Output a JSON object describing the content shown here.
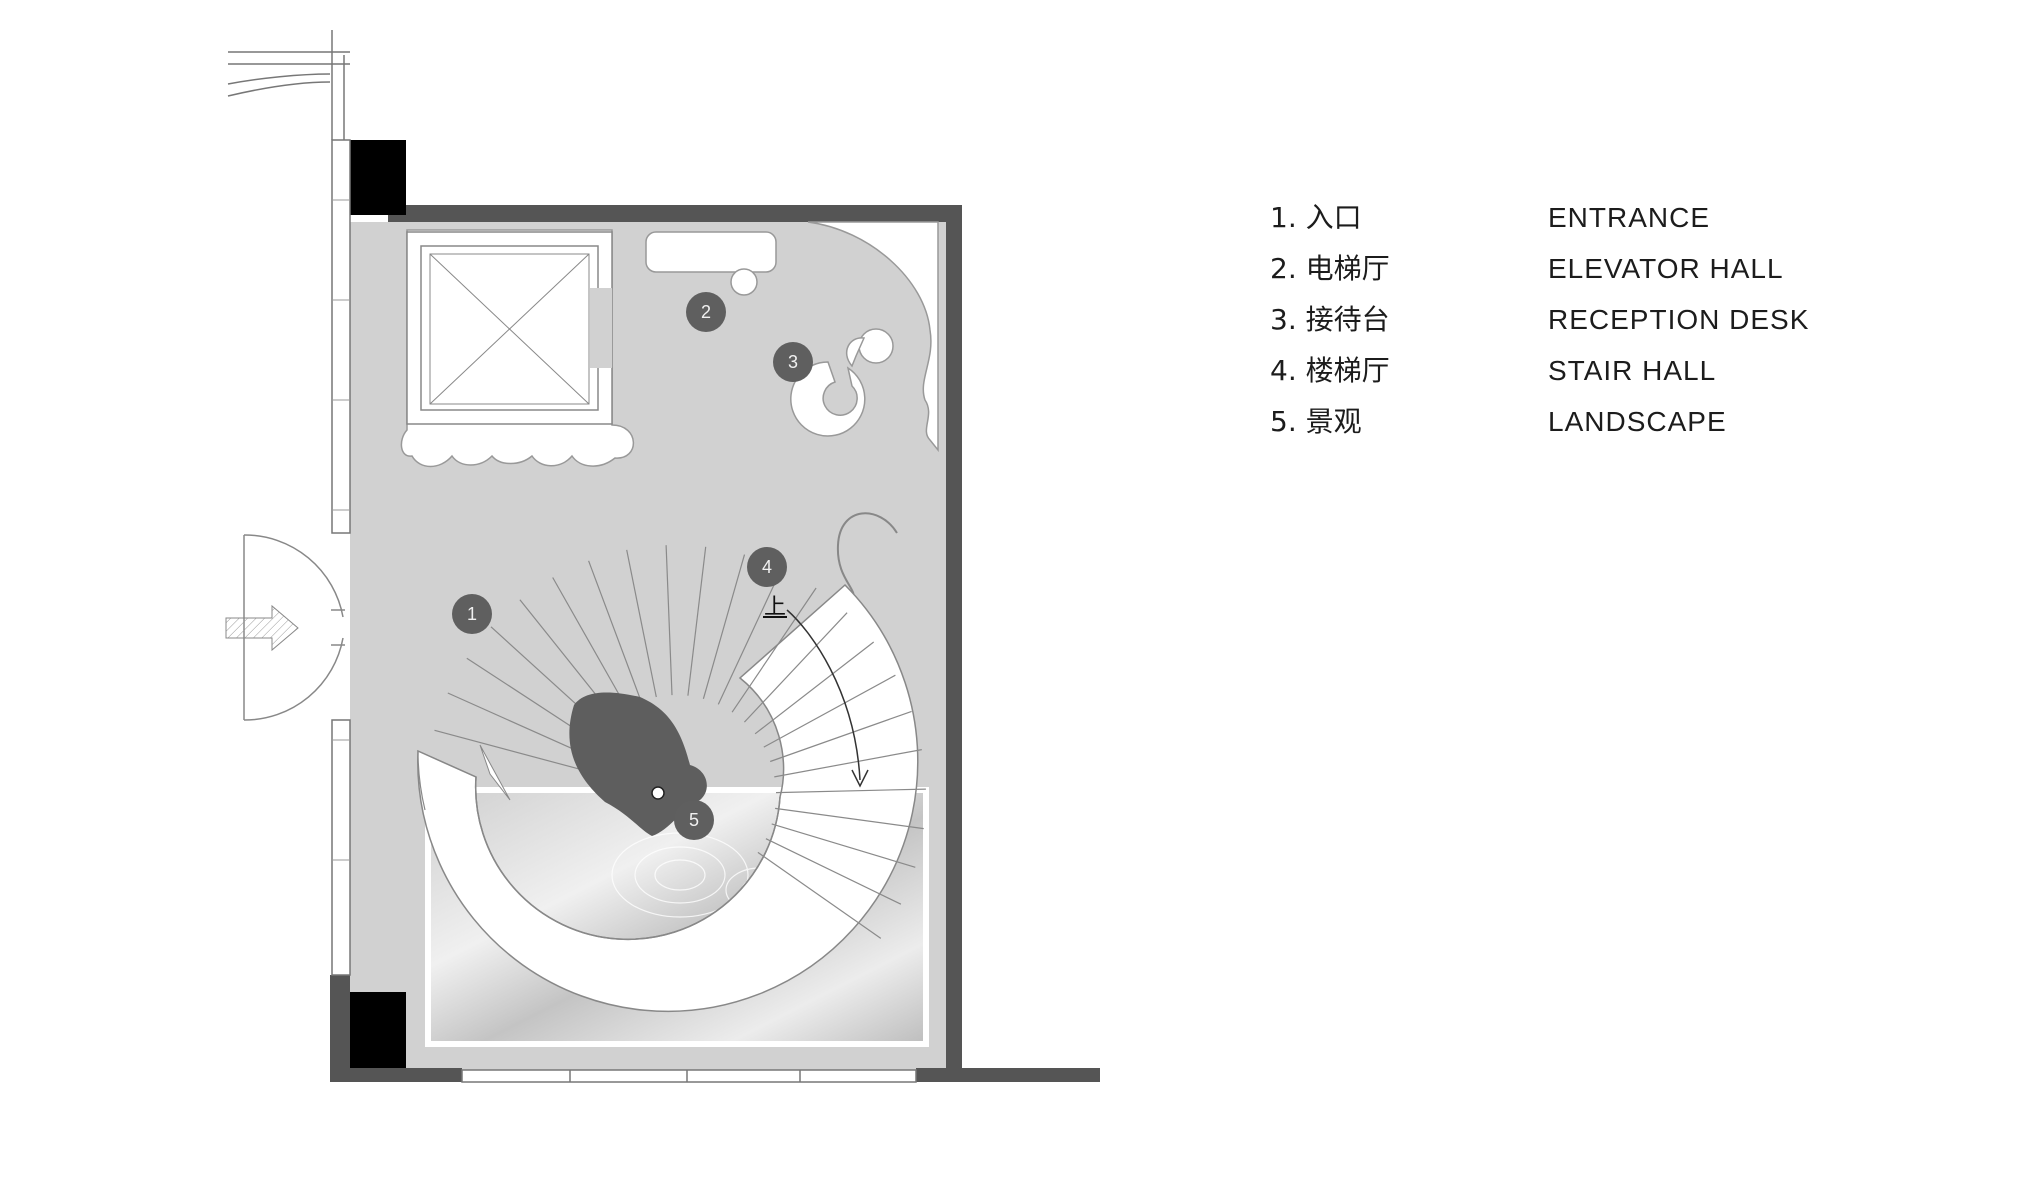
{
  "plan": {
    "markers": [
      {
        "num": "1"
      },
      {
        "num": "2"
      },
      {
        "num": "3"
      },
      {
        "num": "4"
      },
      {
        "num": "5"
      }
    ],
    "stair_label": "上"
  },
  "legend": {
    "items": [
      {
        "zh": "1. 入口",
        "en": "ENTRANCE"
      },
      {
        "zh": "2. 电梯厅",
        "en": "ELEVATOR HALL"
      },
      {
        "zh": "3. 接待台",
        "en": "RECEPTION DESK"
      },
      {
        "zh": "4. 楼梯厅",
        "en": "STAIR HALL"
      },
      {
        "zh": "5. 景观",
        "en": "LANDSCAPE"
      }
    ]
  },
  "colors": {
    "wall": "#555555",
    "column": "#000000",
    "floor": "#d1d1d1",
    "marker": "#5f5f5f",
    "stair": "#ffffff",
    "water": "#d9d9d9"
  }
}
